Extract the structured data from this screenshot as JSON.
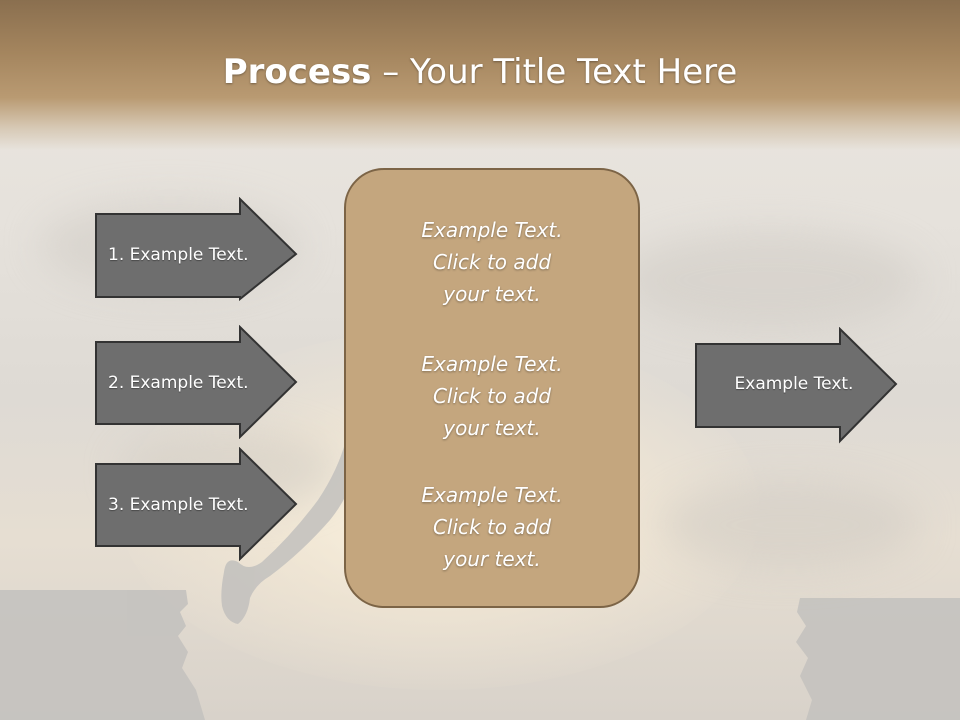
{
  "slide": {
    "title_bold": "Process",
    "title_rest": " – Your Title Text Here"
  },
  "left_arrows": [
    {
      "label": "1. Example Text."
    },
    {
      "label": "2. Example Text."
    },
    {
      "label": "3. Example Text."
    }
  ],
  "center_box": {
    "blocks": [
      {
        "line1": "Example Text.",
        "line2": "Click  to add",
        "line3": "your text."
      },
      {
        "line1": "Example Text.",
        "line2": "Click  to add",
        "line3": "your text."
      },
      {
        "line1": "Example Text.",
        "line2": "Click  to add",
        "line3": "your text."
      }
    ]
  },
  "right_arrow": {
    "label": "Example Text."
  },
  "colors": {
    "arrow_fill": "#6e6e6e",
    "arrow_stroke": "#333333",
    "box_fill": "#c4a67e",
    "box_stroke": "#7c6446",
    "banner": "#a4855e"
  }
}
